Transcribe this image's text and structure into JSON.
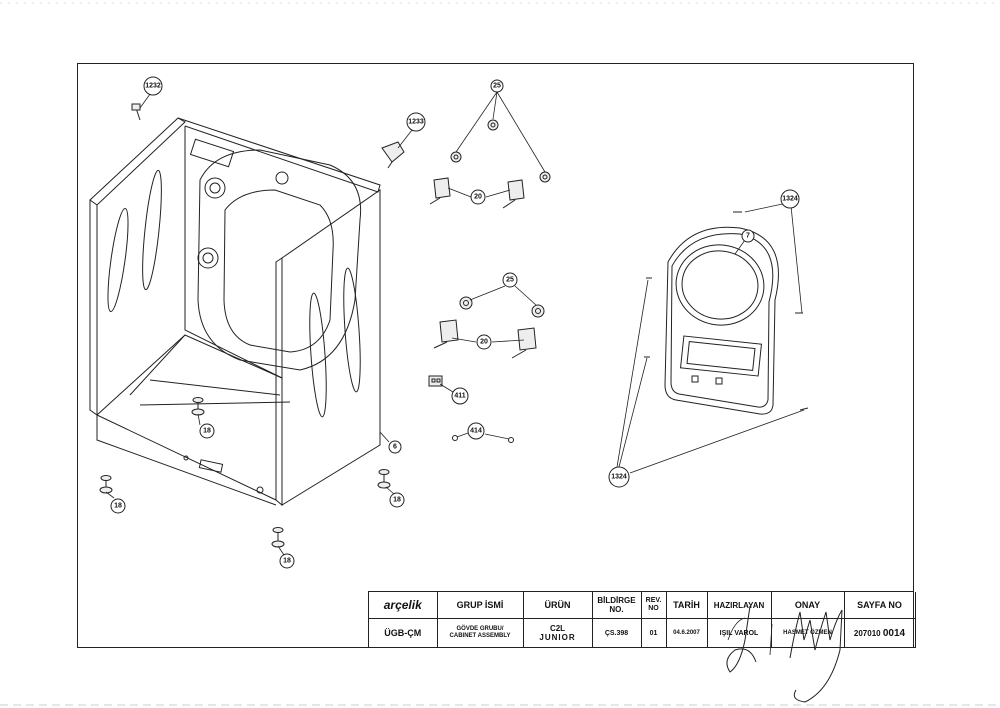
{
  "callouts": {
    "c1232": "1232",
    "c1233": "1233",
    "c25a": "25",
    "c20a": "20",
    "c25b": "25",
    "c20b": "20",
    "c411": "411",
    "c414": "414",
    "c18a": "18",
    "c18b": "18",
    "c18c": "18",
    "c18d": "18",
    "c6": "6",
    "c7": "7",
    "c1324a": "1324",
    "c1324b": "1324"
  },
  "title_block": {
    "logo": "arçelik",
    "group_header": "GRUP İSMİ",
    "product_header": "ÜRÜN",
    "notice_header": "BİLDİRGE NO.",
    "rev_header": "REV. NO",
    "date_header": "TARİH",
    "prepared_header": "HAZIRLAYAN",
    "approval_header": "ONAY",
    "page_header": "SAYFA NO",
    "dept": "ÜGB-ÇM",
    "group_value_tr": "GÖVDE GRUBU/",
    "group_value_en": "CABINET ASSEMBLY",
    "product_value_1": "C2L",
    "product_value_2": "JUNIOR",
    "notice_value": "ÇS.398",
    "rev_value": "01",
    "date_value": "04.6.2007",
    "prepared_value": "IŞIL VAROL",
    "approval_value": "HASMET ÖZMEN",
    "page_prefix": "207010",
    "page_suffix": "0014"
  }
}
